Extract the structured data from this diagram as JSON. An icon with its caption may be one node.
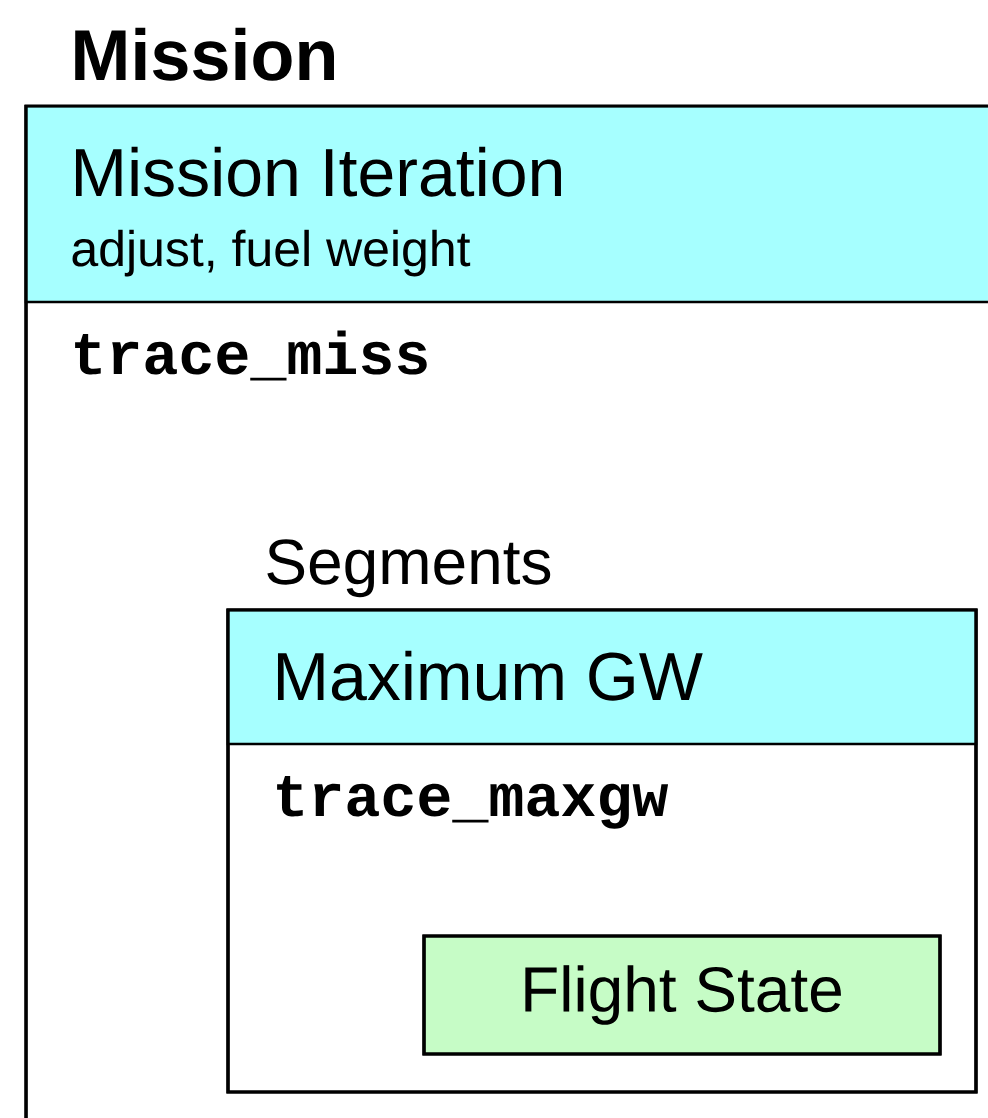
{
  "diagram": {
    "nodes": [
      {
        "text": [
          "Mission",
          "Mission Iteration",
          "adjust, fuel weight",
          "trace_miss"
        ]
      },
      {
        "text": [
          "Segments",
          "Maximum GW",
          "trace_maxgw"
        ],
        "in": 0
      },
      {
        "text": [
          "Flight State"
        ],
        "in": 1
      }
    ]
  }
}
